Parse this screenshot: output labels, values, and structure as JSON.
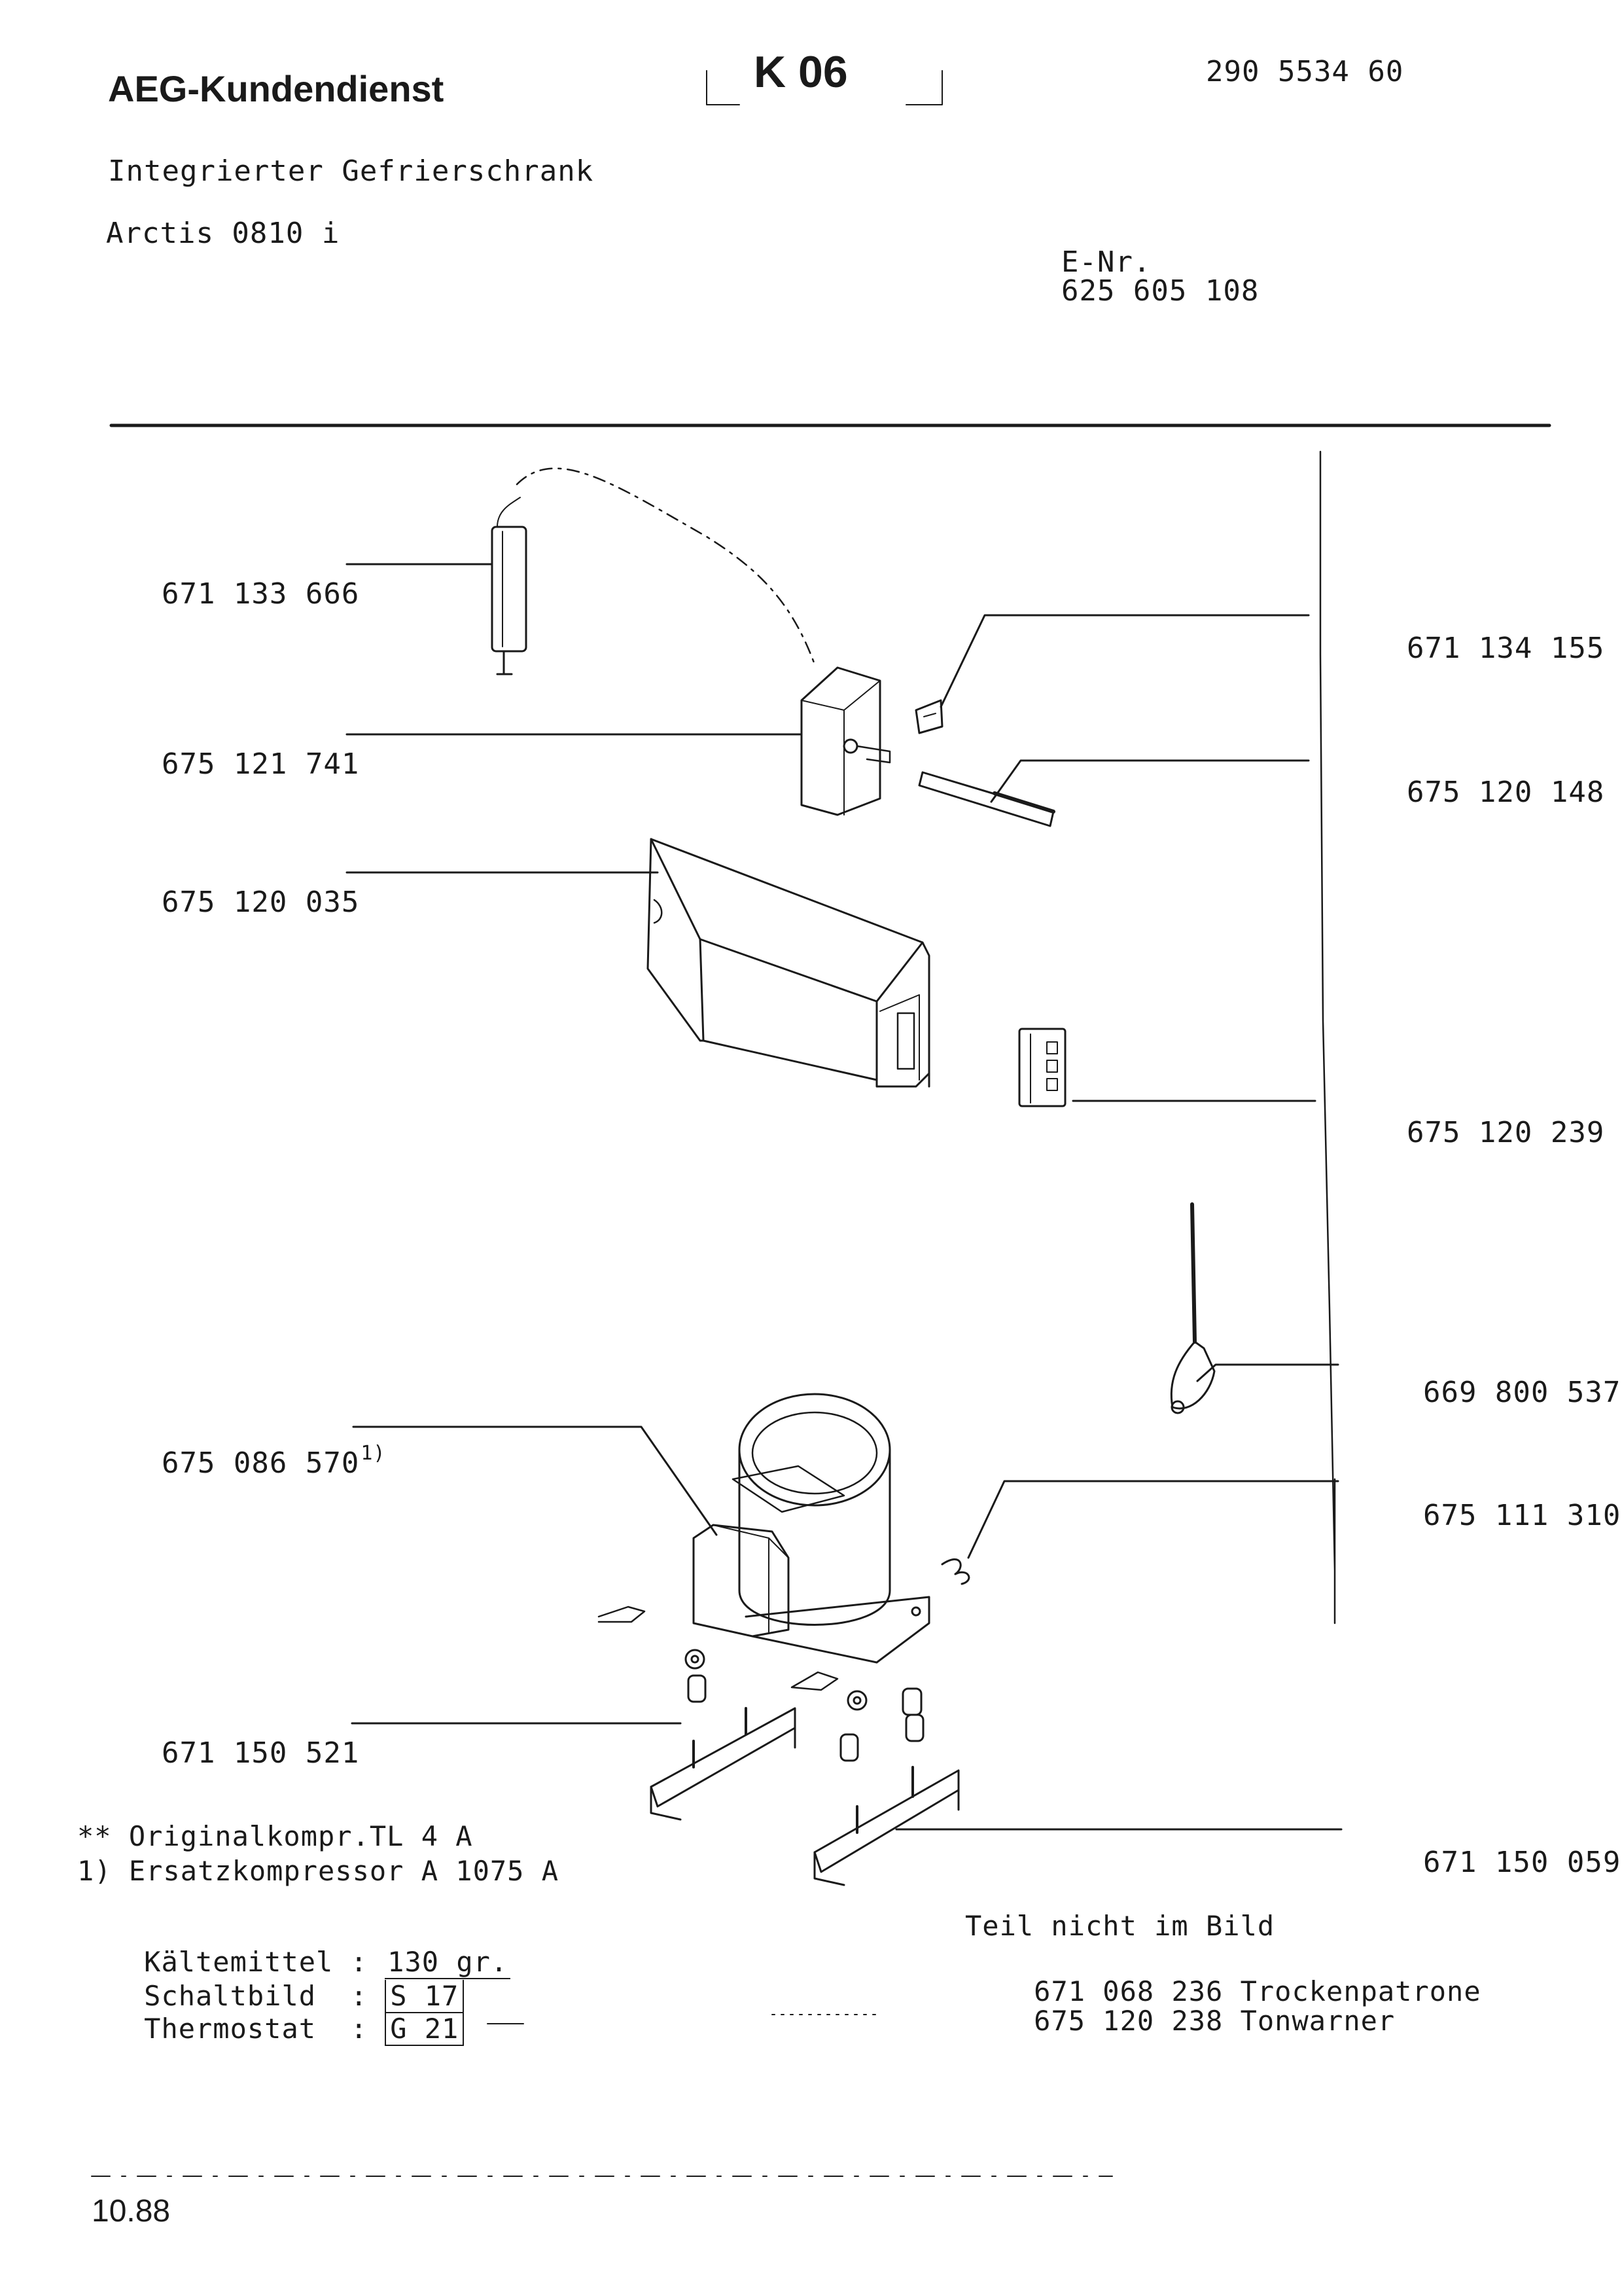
{
  "header": {
    "brand": "AEG-Kundendienst",
    "group_code": "K 06",
    "doc_number": "290 5534 60",
    "product_type": "Integrierter Gefrierschrank",
    "model": "Arctis 0810 i",
    "enr_label": "E-Nr.",
    "enr_value": "625 605 108"
  },
  "parts_left": [
    {
      "number": "671 133 666",
      "note": ""
    },
    {
      "number": "675 121 741",
      "note": ""
    },
    {
      "number": "675 120 035",
      "note": ""
    },
    {
      "number": "675 086 570",
      "note": "1)"
    },
    {
      "number": "671 150 521",
      "note": ""
    }
  ],
  "parts_right": [
    {
      "number": "671 134 155"
    },
    {
      "number": "675 120 148"
    },
    {
      "number": "675 120 239"
    },
    {
      "number": "669 800 537"
    },
    {
      "number": "675 111 310"
    },
    {
      "number": "671 150 059"
    }
  ],
  "footnotes": {
    "original": "** Originalkompr.TL 4 A",
    "replacement": "1) Ersatzkompressor A 1075 A"
  },
  "specs": [
    {
      "label": "Kältemittel",
      "value": "130 gr."
    },
    {
      "label": "Schaltbild",
      "value": "S 17"
    },
    {
      "label": "Thermostat",
      "value": "G 21"
    }
  ],
  "not_pictured": {
    "title": "Teil nicht im Bild",
    "items": [
      {
        "number": "671 068 236",
        "name": "Trockenpatrone"
      },
      {
        "number": "675 120 238",
        "name": "Tonwarner"
      }
    ]
  },
  "footer": {
    "date": "10.88"
  }
}
